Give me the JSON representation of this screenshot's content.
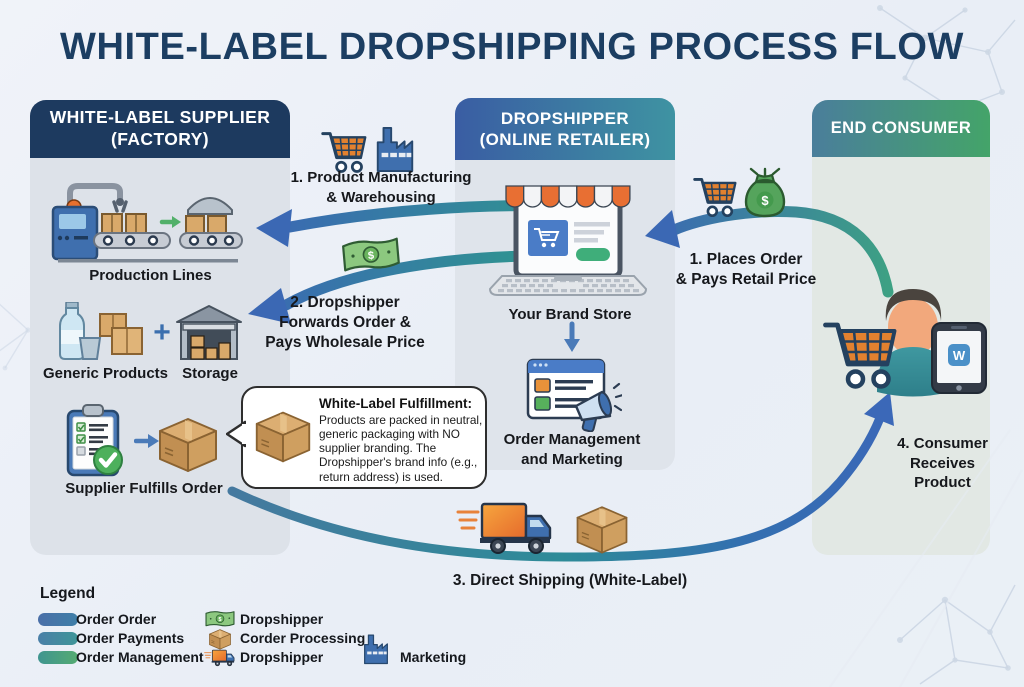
{
  "title": "WHITE-LABEL DROPSHIPPING PROCESS FLOW",
  "panels": {
    "supplier": {
      "header_line1": "WHITE-LABEL SUPPLIER",
      "header_line2": "(FACTORY)",
      "production_label": "Production Lines",
      "generic_label": "Generic Products",
      "plus_sign": "+",
      "storage_label": "Storage",
      "fulfills_label": "Supplier Fulfills Order"
    },
    "dropshipper": {
      "header_line1": "DROPSHIPPER",
      "header_line2": "(ONLINE RETAILER)",
      "store_label": "Your Brand Store",
      "management_line1": "Order Management",
      "management_line2": "and Marketing"
    },
    "consumer": {
      "header": "END CONSUMER",
      "phone_logo": "W"
    }
  },
  "steps": {
    "manufacturing_line1": "1. Product Manufacturing",
    "manufacturing_line2": "& Warehousing",
    "forwards_line1": "2. Dropshipper",
    "forwards_line2": "Forwards Order &",
    "forwards_line3": "Pays Wholesale Price",
    "places_line1": "1. Places Order",
    "places_line2": "& Pays Retail Price",
    "shipping": "3. Direct Shipping (White-Label)",
    "receives_line1": "4. Consumer",
    "receives_line2": "Receives",
    "receives_line3": "Product"
  },
  "callout": {
    "title": "White-Label Fulfillment:",
    "body": "Products are packed in neutral, generic packaging with NO supplier branding. The Dropshipper's brand info (e.g., return address) is used."
  },
  "legend": {
    "title": "Legend",
    "flow_items": [
      {
        "label": "Order Order",
        "color": "#4a6fa8"
      },
      {
        "label": "Order Payments",
        "color": "#3f8a9e"
      },
      {
        "label": "Order Management",
        "color": "#4fa580"
      }
    ],
    "icon_items": [
      {
        "icon": "money-icon",
        "label": "Dropshipper"
      },
      {
        "icon": "box-icon",
        "label": "Corder Processing"
      },
      {
        "icon": "truck-icon",
        "label": "Dropshipper"
      }
    ],
    "marketing_item": {
      "icon": "factory-icon",
      "label": "Marketing"
    }
  },
  "symbols": {
    "currency": "$"
  },
  "colors": {
    "title": "#1c3e62",
    "supplier_header_bg": "#1d3a5f",
    "dropshipper_header_gradient_start": "#3a5da3",
    "dropshipper_header_gradient_end": "#3e93a2",
    "consumer_header_gradient_start": "#4a7e9b",
    "consumer_header_gradient_end": "#44a469",
    "arrow_blue": "#3b68b4",
    "arrow_teal": "#2e8b98",
    "background": "#eef1f7"
  }
}
